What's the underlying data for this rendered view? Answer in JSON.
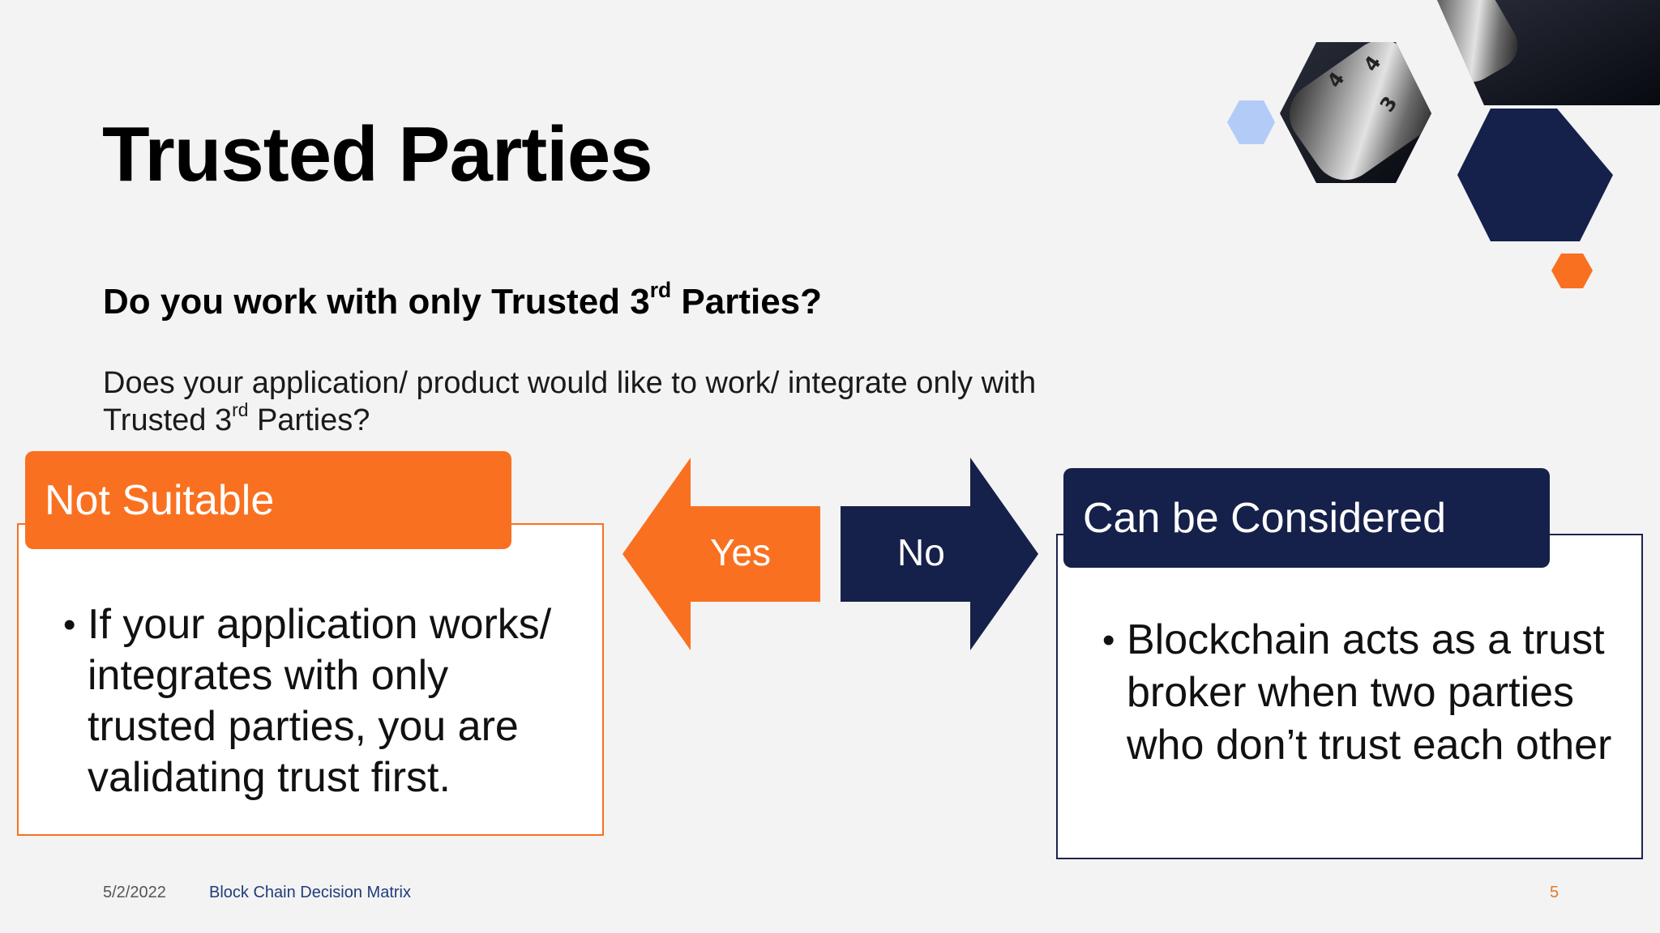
{
  "slide": {
    "title": "Trusted Parties",
    "subtitle_main": "Do you work with only Trusted 3",
    "subtitle_sup": "rd",
    "subtitle_end": " Parties?",
    "body_main": "Does your application/ product would like to work/ integrate only with Trusted 3",
    "body_sup": "rd",
    "body_end": " Parties?"
  },
  "left_box": {
    "header": "Not Suitable",
    "bullet": "If your application works/ integrates with only trusted parties, you are validating trust first."
  },
  "right_box": {
    "header": "Can be Considered",
    "bullet": "Blockchain acts as a trust broker when two parties who don’t trust each other"
  },
  "arrows": {
    "yes_label": "Yes",
    "no_label": "No"
  },
  "footer": {
    "date": "5/2/2022",
    "title": "Block Chain Decision Matrix",
    "page": "5"
  },
  "colors": {
    "orange": "#f97120",
    "navy": "#15214a",
    "light_blue": "#b3cbf7"
  },
  "bullet_symbol": "•"
}
